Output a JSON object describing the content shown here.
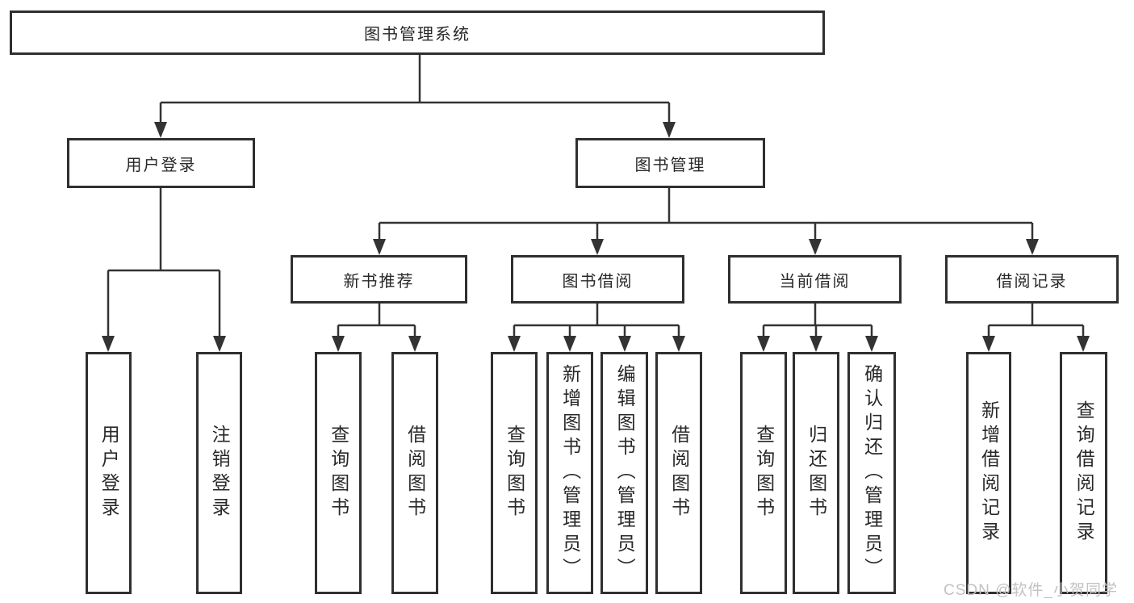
{
  "diagram": {
    "root": {
      "label": "图书管理系统"
    },
    "branches": [
      {
        "label": "用户登录",
        "leaves": [
          {
            "label": "用户登录"
          },
          {
            "label": "注销登录"
          }
        ]
      },
      {
        "label": "图书管理",
        "children": [
          {
            "label": "新书推荐",
            "leaves": [
              {
                "label": "查询图书"
              },
              {
                "label": "借阅图书"
              }
            ]
          },
          {
            "label": "图书借阅",
            "leaves": [
              {
                "label": "查询图书"
              },
              {
                "label": "新增图书（管理员）"
              },
              {
                "label": "编辑图书（管理员）"
              },
              {
                "label": "借阅图书"
              }
            ]
          },
          {
            "label": "当前借阅",
            "leaves": [
              {
                "label": "查询图书"
              },
              {
                "label": "归还图书"
              },
              {
                "label": "确认归还（管理员）"
              }
            ]
          },
          {
            "label": "借阅记录",
            "leaves": [
              {
                "label": "新增借阅记录"
              },
              {
                "label": "查询借阅记录"
              }
            ]
          }
        ]
      }
    ]
  },
  "watermark": {
    "label": "CSDN @软件_小贺同学"
  },
  "colors": {
    "line": "#333333",
    "box_border": "#2f2f2f",
    "text": "#282828",
    "watermark": "#c2c2c2",
    "background": "#ffffff"
  }
}
